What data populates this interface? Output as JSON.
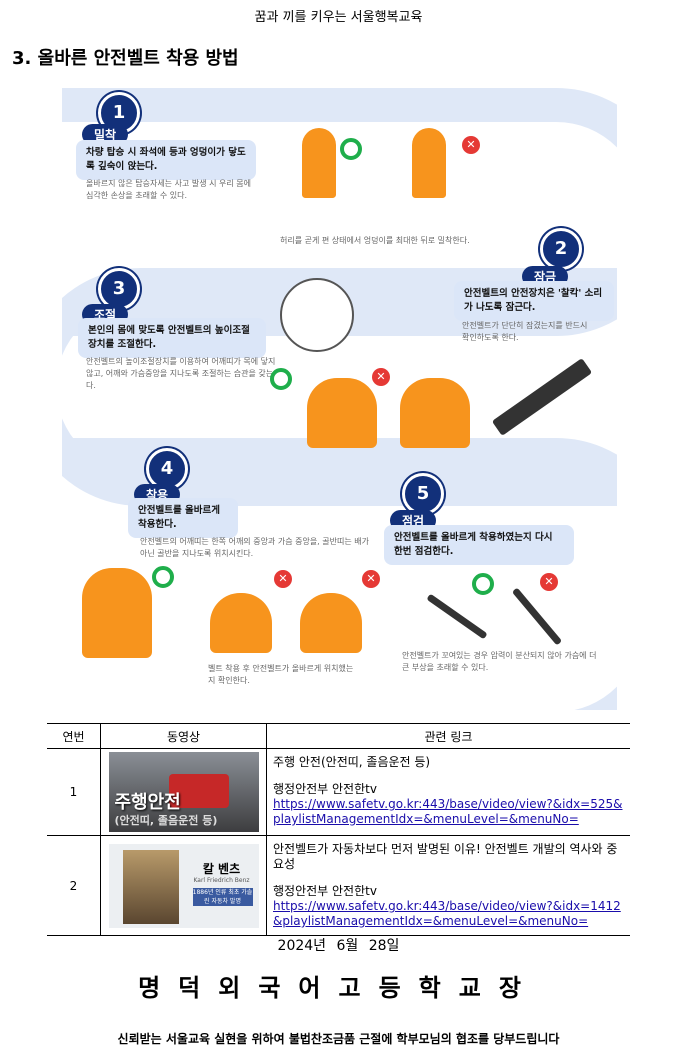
{
  "header": {
    "slogan": "꿈과 끼를 키우는 서울행복교육"
  },
  "section": {
    "title": "3. 올바른 안전벨트 착용 방법"
  },
  "infographic": {
    "steps": [
      {
        "num": "1",
        "tag": "밀착",
        "main": "차량 탑승 시 좌석에 등과 엉덩이가 닿도록 깊숙이 앉는다.",
        "note": "올바르지 않은 탑승자세는 사고 발생 시 우리 몸에 심각한 손상을 초래할 수 있다."
      },
      {
        "num": "2",
        "tag": "잠금",
        "main": "안전벨트의 안전장치은 '찰칵' 소리가 나도록 잠근다.",
        "note": "안전벨트가 단단히 잠겼는지를 반드시 확인하도록 한다."
      },
      {
        "num": "3",
        "tag": "조절",
        "main": "본인의 몸에 맞도록 안전벨트의 높이조절장치를 조절한다.",
        "note": "안전벨트의 높이조절장치를 이용하여 어깨띠가 목에 닿지 않고, 어깨와 가슴중앙을 지나도록 조절하는 습관을 갖는다."
      },
      {
        "num": "4",
        "tag": "착용",
        "main": "안전벨트를 올바르게 착용한다.",
        "note": "안전벨트의 어깨띠는 한쪽 어깨의 중앙과 가슴 중앙을, 골반띠는 배가 아닌 골반을 지나도록 위치시킨다."
      },
      {
        "num": "5",
        "tag": "점검",
        "main": "안전벨트를 올바르게 착용하였는지 다시 한번 점검한다.",
        "note": "안전벨트가 꼬여있는 경우 압력이 분산되지 않아 가슴에 더 큰 부상을 초래할 수 있다."
      }
    ],
    "caption_step1": "허리를 곧게 편 상태에서 엉덩이를 최대한 뒤로 밀착한다.",
    "caption_step4": "벨트 착용 후 안전벨트가 올바르게 위치했는지 확인한다.",
    "colors": {
      "navy": "#12307a",
      "road": "#dfe8f7",
      "orange": "#f7941d",
      "ok": "#1fae4b",
      "no": "#e53935"
    }
  },
  "table": {
    "headers": [
      "연번",
      "동영상",
      "관련 링크"
    ],
    "rows": [
      {
        "num": "1",
        "thumb_title": "주행안전",
        "thumb_sub": "(안전띠, 졸음운전 등)",
        "title": "주행 안전(안전띠, 졸음운전 등)",
        "source": "행정안전부 안전한tv",
        "url": "https://www.safetv.go.kr:443/base/video/view?&idx=525&playlistManagementIdx=&menuLevel=&menuNo="
      },
      {
        "num": "2",
        "thumb_title": "칼 벤츠",
        "thumb_sub": "Karl Friedrich Benz",
        "thumb_note": "1886년 인류 최초 가솔린 자동차 발명",
        "title": "안전벨트가 자동차보다 먼저 발명된 이유! 안전벨트 개발의 역사와 중요성",
        "source": "행정안전부 안전한tv",
        "url": "https://www.safetv.go.kr:443/base/video/view?&idx=1412&playlistManagementIdx=&menuLevel=&menuNo="
      }
    ]
  },
  "date": "2024년  6월  28일",
  "school": "명덕외국어고등학교장",
  "footer": "신뢰받는 서울교육 실현을 위하여 불법찬조금품 근절에 학부모님의 협조를 당부드립니다"
}
